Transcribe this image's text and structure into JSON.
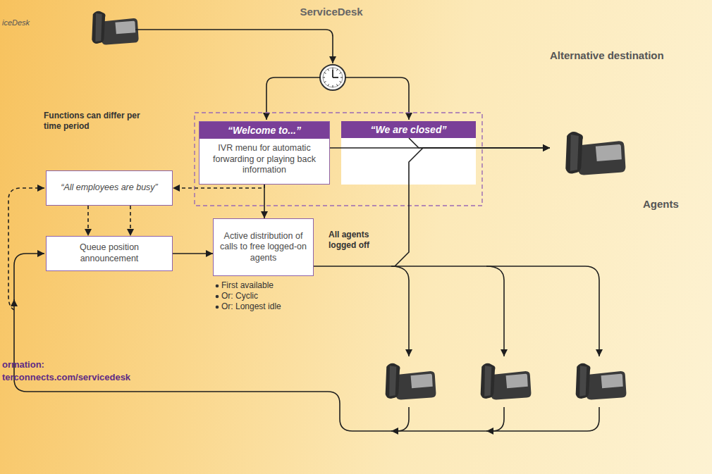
{
  "diagram": {
    "title": "ServiceDesk",
    "nodes": [
      {
        "text": [
          "“Welcome to...”",
          "IVR menu for automatic forwarding or playing back information"
        ]
      },
      {
        "text": [
          "“We are closed”"
        ]
      },
      {
        "text": [
          "“All employees are busy”"
        ]
      },
      {
        "text": [
          "Queue position announcement"
        ]
      },
      {
        "text": [
          "Active distribution of calls to free logged-on agents"
        ]
      },
      {
        "text": [
          "Alternative destination"
        ]
      }
    ],
    "edges": [
      {
        "from": 0,
        "to": 5,
        "arrow": "to"
      },
      {
        "from": 1,
        "to": 5,
        "arrow": "to"
      },
      {
        "from": 0,
        "to": 2,
        "arrow": "to"
      },
      {
        "from": 0,
        "to": 4,
        "arrow": "to"
      },
      {
        "from": 2,
        "to": 3,
        "arrow": "to"
      },
      {
        "from": 2,
        "to": 3,
        "arrow": "to"
      },
      {
        "from": 3,
        "to": 4,
        "arrow": "to"
      },
      {
        "from": 4,
        "to": 5,
        "label": "All agents logged off",
        "arrow": "to"
      }
    ],
    "labels": [
      "iceDesk",
      "Functions can differ per time period",
      "First available",
      "Or: Cyclic",
      "Or: Longest idle",
      "Agents",
      "ormation:",
      "terconnects.com/servicedesk"
    ]
  }
}
